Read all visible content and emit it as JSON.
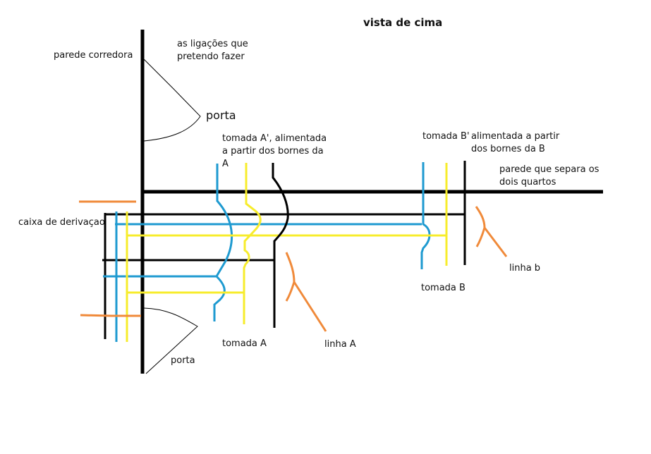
{
  "title": "vista de cima",
  "colors": {
    "wall": "#000000",
    "blue": "#1e9ad0",
    "yellow": "#f7ec2c",
    "orange": "#f08a3a",
    "black_wire": "#000000",
    "door": "#000000"
  },
  "labels": {
    "parede_corredora": "parede corredora",
    "ligacoes_line1": "as ligações que",
    "ligacoes_line2": "pretendo fazer",
    "porta_top": "porta",
    "tomada_a_prime_line1": "tomada A', alimentada",
    "tomada_a_prime_line2": "a partir dos bornes da",
    "tomada_a_prime_line3": "A",
    "tomada_b_prime": "tomada B'",
    "alimentada_b_line1": "alimentada a partir",
    "alimentada_b_line2": "dos bornes da B",
    "parede_separa_line1": "parede que separa os",
    "parede_separa_line2": "dois quartos",
    "caixa_derivacao": "caixa de derivaçao",
    "tomada_a": "tomada A",
    "linha_a": "linha A",
    "tomada_b": "tomada B",
    "linha_b": "linha b",
    "porta_bottom": "porta"
  }
}
